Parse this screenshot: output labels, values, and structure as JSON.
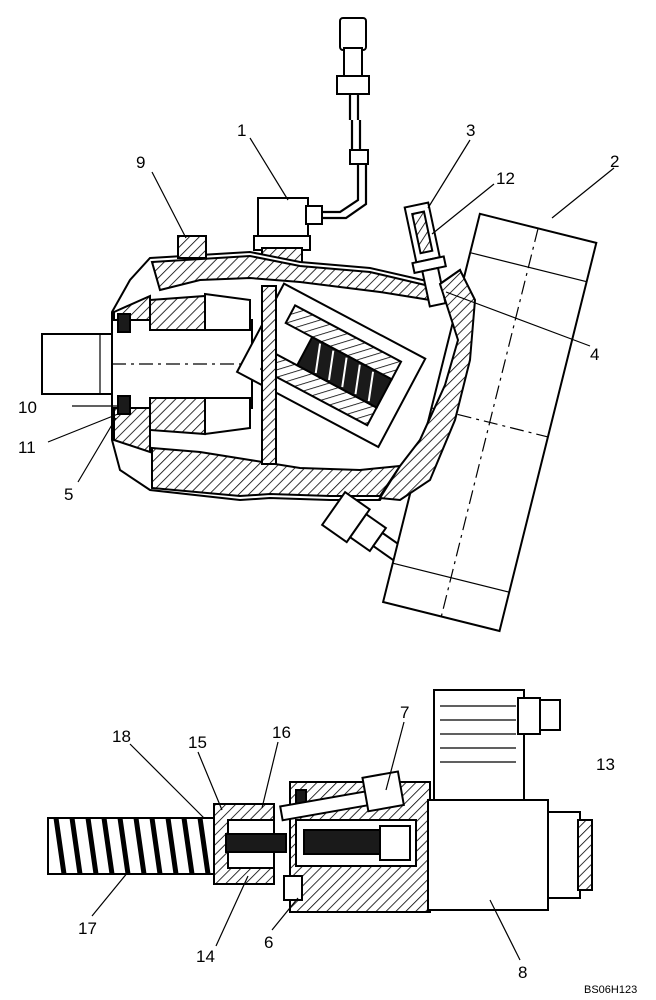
{
  "figure_code": "BS06H123",
  "callouts": {
    "c1": "1",
    "c2": "2",
    "c3": "3",
    "c4": "4",
    "c5": "5",
    "c6": "6",
    "c7": "7",
    "c8": "8",
    "c9": "9",
    "c10": "10",
    "c11": "11",
    "c12": "12",
    "c13": "13",
    "c14": "14",
    "c15": "15",
    "c16": "16",
    "c17": "17",
    "c18": "18"
  }
}
